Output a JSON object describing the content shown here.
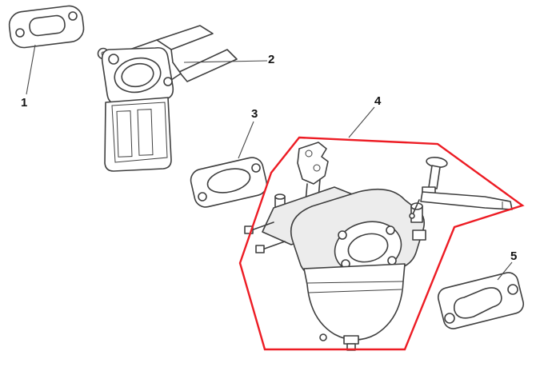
{
  "diagram": {
    "type": "exploded-parts-diagram",
    "colors": {
      "background": "#ffffff",
      "line": "#3f3f3f",
      "highlight": "#ed1c24"
    },
    "callouts": [
      {
        "label": "1"
      },
      {
        "label": "2"
      },
      {
        "label": "3"
      },
      {
        "label": "4"
      },
      {
        "label": "5"
      }
    ]
  }
}
